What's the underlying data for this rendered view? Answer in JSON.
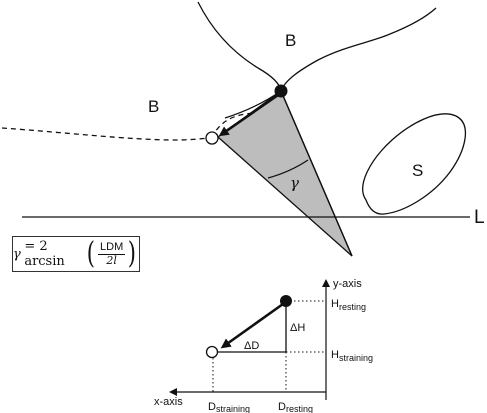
{
  "regions": {
    "b_upper": "B",
    "b_left": "B",
    "s": "S",
    "line_l": "L"
  },
  "angle_label": "γ",
  "formula": {
    "lhs": "γ",
    "eq": "= 2 arcsin",
    "numerator": "LDM",
    "denominator": "2l"
  },
  "axes": {
    "y_axis": "y-axis",
    "x_axis": "x-axis"
  },
  "levels": {
    "delta_h": "ΔH",
    "delta_d": "ΔD",
    "h_resting_main": "H",
    "h_resting_sub": "resting",
    "h_straining_main": "H",
    "h_straining_sub": "straining",
    "d_straining_main": "D",
    "d_straining_sub": "straining",
    "d_resting_main": "D",
    "d_resting_sub": "resting"
  },
  "colors": {
    "wedge_fill": "#bdbdbd",
    "stroke": "#111111",
    "dot_fill": "#111111",
    "open_dot_fill": "#ffffff"
  }
}
